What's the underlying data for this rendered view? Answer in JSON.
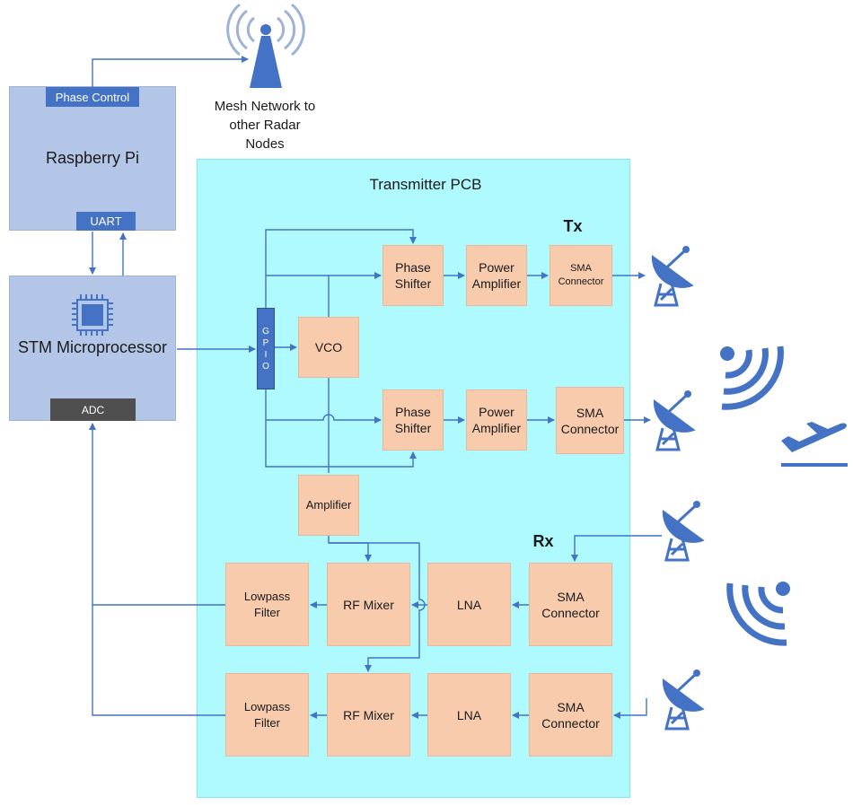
{
  "raspberry_pi": {
    "title": "Raspberry Pi",
    "phase_control": "Phase Control",
    "uart": "UART"
  },
  "stm": {
    "title": "STM Microprocessor",
    "adc": "ADC"
  },
  "mesh_label_lines": [
    "Mesh Network to",
    "other Radar",
    "Nodes"
  ],
  "pcb": {
    "title": "Transmitter PCB"
  },
  "gpio_letters": [
    "G",
    "P",
    "I",
    "O"
  ],
  "section_tx": "Tx",
  "section_rx": "Rx",
  "blocks": {
    "vco": "VCO",
    "amplifier": "Amplifier",
    "phase_shifter_1": [
      "Phase",
      "Shifter"
    ],
    "phase_shifter_2": [
      "Phase",
      "Shifter"
    ],
    "power_amp_1": [
      "Power",
      "Amplifier"
    ],
    "power_amp_2": [
      "Power",
      "Amplifier"
    ],
    "sma_tx_1": [
      "SMA",
      "Connector"
    ],
    "sma_tx_2": [
      "SMA",
      "Connector"
    ],
    "sma_rx_1": [
      "SMA",
      "Connector"
    ],
    "sma_rx_2": [
      "SMA",
      "Connector"
    ],
    "lna_1": "LNA",
    "lna_2": "LNA",
    "mixer_1": "RF Mixer",
    "mixer_2": "RF Mixer",
    "lowpass_1": [
      "Lowpass",
      "Filter"
    ],
    "lowpass_2": [
      "Lowpass",
      "Filter"
    ]
  },
  "colors": {
    "line": "#4472c4",
    "pcb": "#aefaff",
    "pi_box": "#b4c6e7",
    "block": "#f8cbad",
    "icon": "#4472c4"
  },
  "icons": [
    "antenna-tower-icon",
    "satellite-dish-icon",
    "radio-waves-icon",
    "airplane-takeoff-icon",
    "microchip-icon"
  ]
}
